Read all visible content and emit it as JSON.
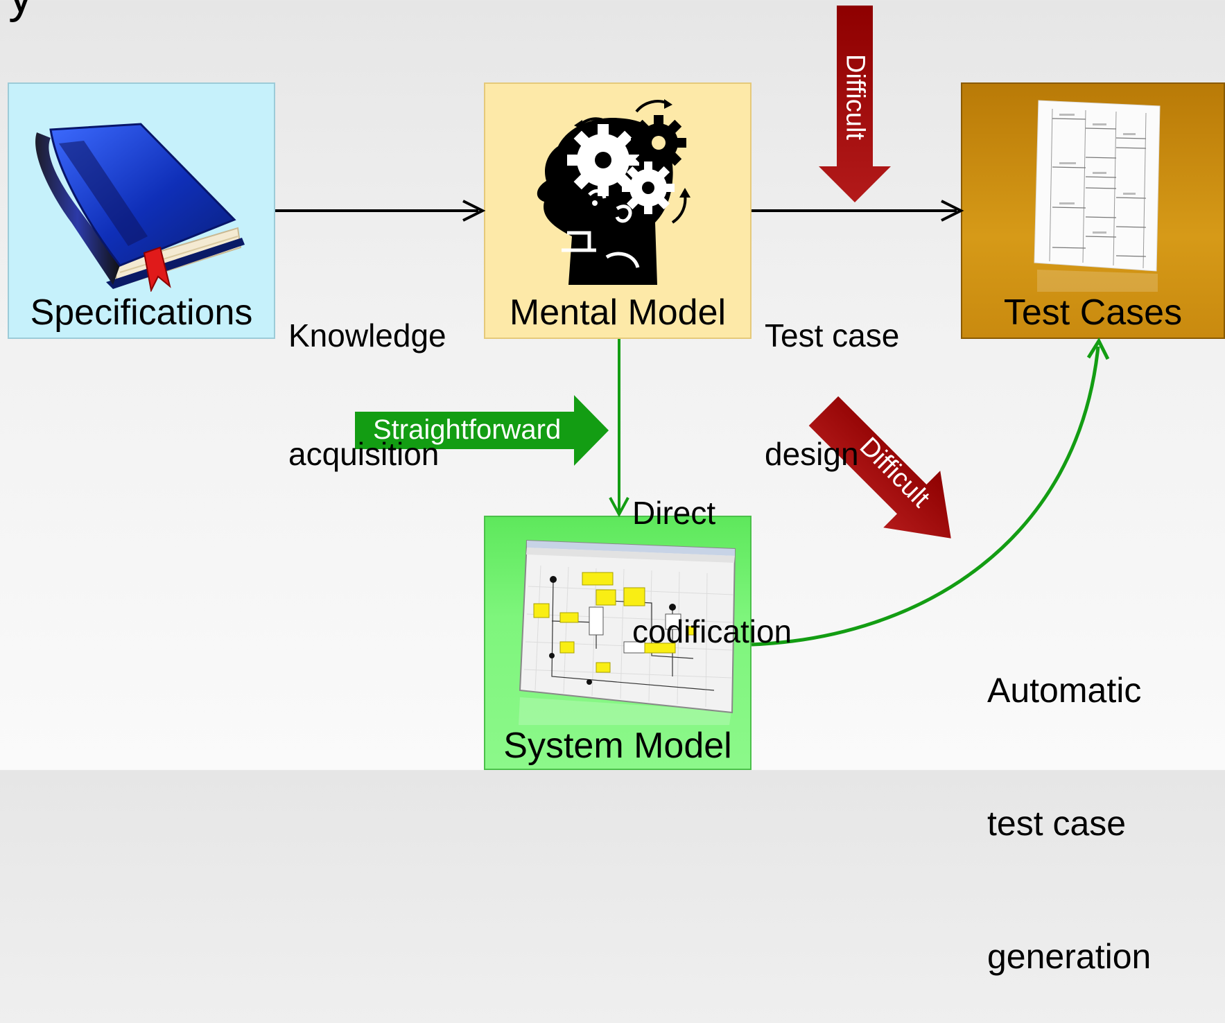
{
  "title_fragment": "y",
  "boxes": {
    "specifications": {
      "label": "Specifications",
      "color": "#c6f1fb"
    },
    "mental_model": {
      "label": "Mental Model",
      "color": "#fde9a8"
    },
    "test_cases": {
      "label": "Test Cases",
      "color": "#c98a0f"
    },
    "system_model": {
      "label": "System Model",
      "color": "#7ef57c"
    }
  },
  "edges": {
    "knowledge_acquisition": {
      "line1": "Knowledge",
      "line2": "acquisition"
    },
    "test_case_design": {
      "line1": "Test case",
      "line2": "design"
    },
    "direct_codification": {
      "line1": "Direct",
      "line2": "codification"
    },
    "automatic_generation": {
      "line1": "Automatic",
      "line2": "test case",
      "line3": "generation"
    }
  },
  "callouts": {
    "difficult_top": {
      "label": "Difficult",
      "color": "#9b0b0b"
    },
    "difficult_diagonal": {
      "label": "Difficult",
      "color": "#9b0b0b"
    },
    "straightforward": {
      "label": "Straightforward",
      "color": "#139d13"
    }
  },
  "icons": {
    "specifications": "book-icon",
    "mental_model": "head-gears-icon",
    "test_cases": "test-document-icon",
    "system_model": "model-screenshot-icon"
  }
}
